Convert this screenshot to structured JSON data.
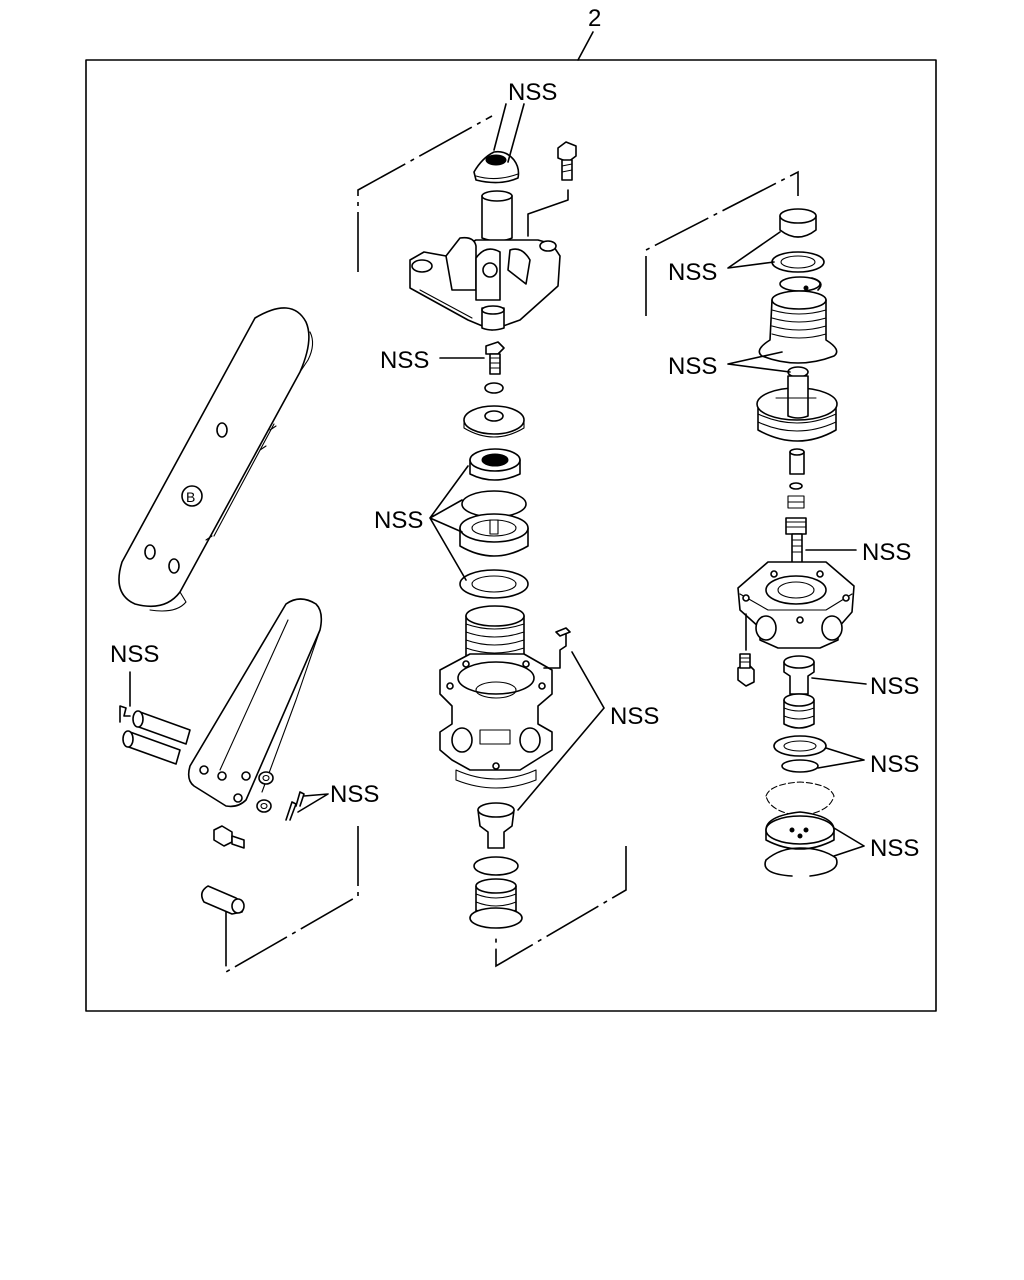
{
  "diagram": {
    "item_number": "2",
    "labels": {
      "nss_top": "NSS",
      "nss_bolt": "NSS",
      "nss_mid_kit": "NSS",
      "nss_left_pins": "NSS",
      "nss_cotter": "NSS",
      "nss_valve_body": "NSS",
      "nss_right_upper_1": "NSS",
      "nss_right_upper_2": "NSS",
      "nss_right_plunger": "NSS",
      "nss_right_seal": "NSS",
      "nss_right_rings": "NSS",
      "nss_right_bottom": "NSS"
    }
  }
}
